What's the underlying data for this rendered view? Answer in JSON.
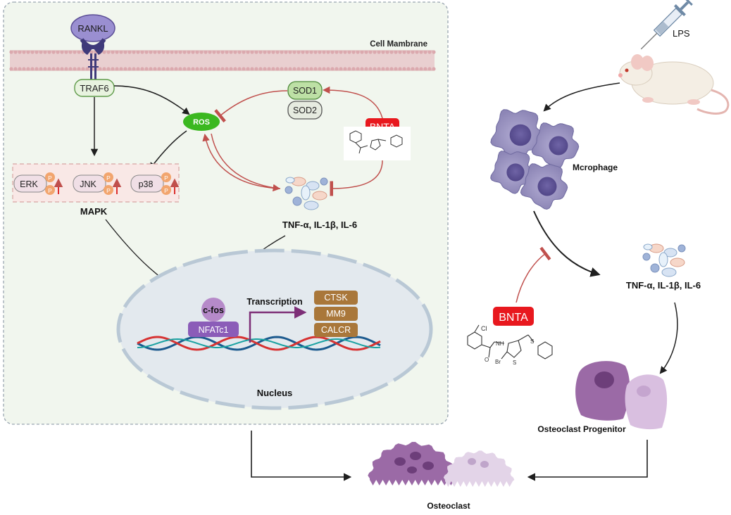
{
  "cell": {
    "ligand": "RANKL",
    "membrane": "Cell Mambrane",
    "adaptor": "TRAF6",
    "ros": "ROS",
    "sod1": "SOD1",
    "sod2": "SOD2",
    "inhibitor": "BNTA",
    "mapk": {
      "erk": "ERK",
      "jnk": "JNK",
      "p38": "p38",
      "phospho": "P",
      "label": "MAPK"
    },
    "cytokines": "TNF-α, IL-1β,  IL-6",
    "nucleus": {
      "cfos": "c-fos",
      "nfatc1": "NFATc1",
      "transcription": "Transcription",
      "genes": [
        "CTSK",
        "MM9",
        "CALCR"
      ],
      "label": "Nucleus"
    }
  },
  "right": {
    "lps": "LPS",
    "macrophage": "Mcrophage",
    "cytokines": "TNF-α, IL-1β,  IL-6",
    "inhibitor": "BNTA",
    "progenitor": "Osteoclast Progenitor"
  },
  "bottom": {
    "osteoclast": "Osteoclast"
  },
  "colors": {
    "panel_bg": "#f1f6ee",
    "red_badge": "#e8181e",
    "ros_green": "#3bb820",
    "gene_brown": "#a9773a",
    "nfat_purple": "#8b5cb8",
    "cell_purple": "#8d86b6",
    "inhibit_red": "#c0504d"
  }
}
